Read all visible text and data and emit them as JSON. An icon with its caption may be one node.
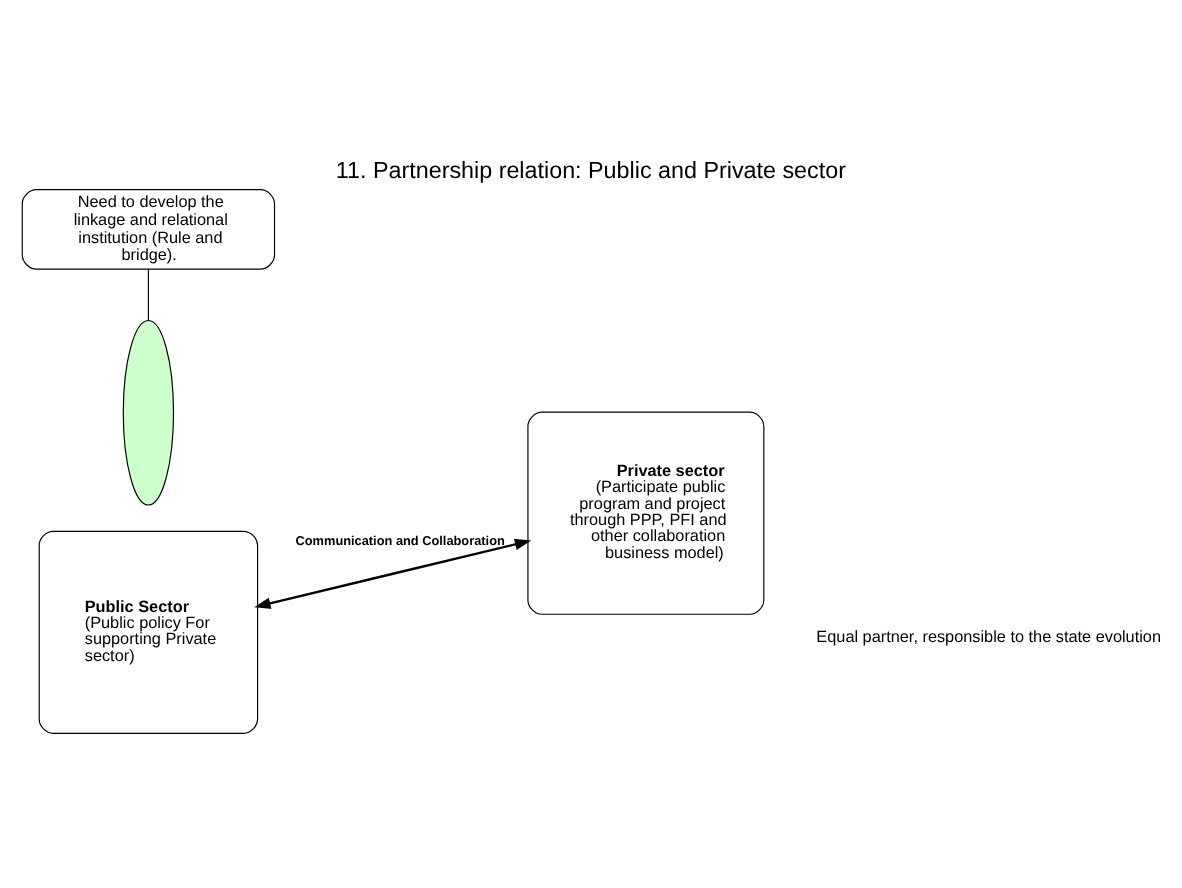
{
  "diagram": {
    "title": "11. Partnership relation: Public and Private sector",
    "caption": "Equal partner, responsible to the state evolution",
    "nodes": [
      {
        "text": [
          "Public Sector",
          "(Public policy For supporting Private sector)"
        ]
      },
      {
        "text": [
          "Private sector",
          "(Participate public program and project through PPP, PFI and other collaboration business model)"
        ]
      },
      {
        "text": [],
        "shape": "ellipse"
      },
      {
        "text": [
          "Need to develop the linkage and relational institution (Rule and bridge)."
        ]
      }
    ],
    "edges": [
      {
        "from": 0,
        "to": 1,
        "arrow": "both",
        "label": "Communication and Collaboration"
      },
      {
        "from": 3,
        "to": 2,
        "arrow": "none"
      }
    ]
  }
}
